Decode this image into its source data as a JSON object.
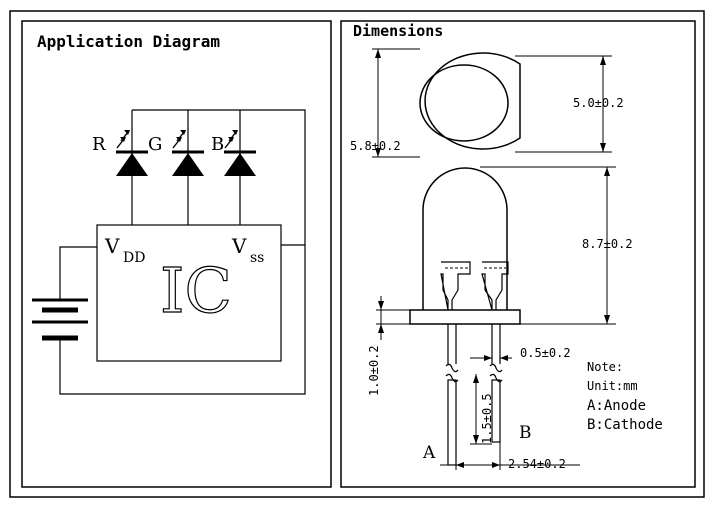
{
  "left_panel": {
    "title": "Application Diagram",
    "leds": [
      {
        "label": "R"
      },
      {
        "label": "G"
      },
      {
        "label": "B"
      }
    ],
    "ic": {
      "label": "IC",
      "vdd_main": "V",
      "vdd_sub": "DD",
      "vss_main": "V",
      "vss_sub": "ss"
    }
  },
  "right_panel": {
    "title": "Dimensions",
    "dims": {
      "outer_diameter": "5.8±0.2",
      "inner_diameter": "5.0±0.2",
      "body_height": "8.7±0.2",
      "flange": "1.0±0.2",
      "lead_width": "0.5±0.2",
      "lead_length": "1.5±0.5",
      "pitch": "2.54±0.2"
    },
    "lead_a": "A",
    "lead_b": "B",
    "notes": {
      "line1": "Note:",
      "line2": "Unit:mm",
      "line3": "A:Anode",
      "line4": "B:Cathode"
    }
  }
}
